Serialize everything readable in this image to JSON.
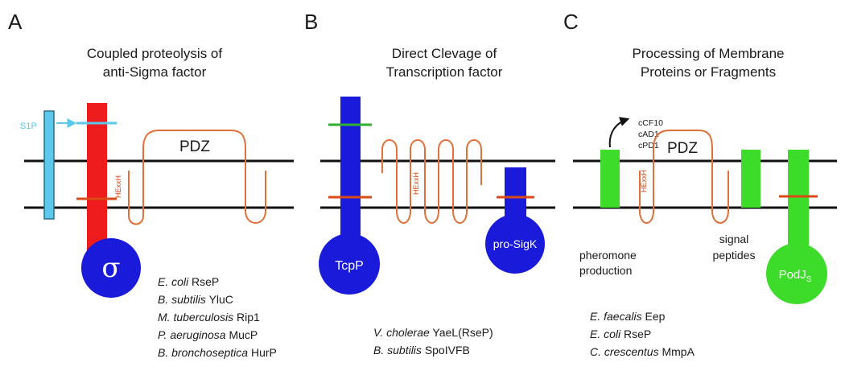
{
  "colors": {
    "sigma_protein": "#ee1c1c",
    "blue_protein": "#1a1adb",
    "green_protein": "#3ddc2a",
    "s1p": "#5bc8ec",
    "protease_loop": "#e0703a",
    "cut_mark": "#d94a16",
    "green_mark": "#2fae2f",
    "membrane": "#111111"
  },
  "panels": [
    {
      "letter": "A",
      "title_line1": "Coupled proteolysis of",
      "title_line2": "anti-Sigma factor",
      "s1p_label": "S1P",
      "pdz_label": "PDZ",
      "motif_label": "HExxH",
      "sigma_symbol": "σ",
      "species": [
        {
          "genus": "E. coli",
          "protein": "RseP"
        },
        {
          "genus": "B. subtilis",
          "protein": "YluC"
        },
        {
          "genus": "M. tuberculosis",
          "protein": "Rip1"
        },
        {
          "genus": "P. aeruginosa",
          "protein": "MucP"
        },
        {
          "genus": "B. bronchoseptica",
          "protein": "HurP"
        }
      ]
    },
    {
      "letter": "B",
      "title_line1": "Direct Clevage of",
      "title_line2": "Transcription factor",
      "motif_label": "HExxH",
      "tcpp_label": "TcpP",
      "prosigk_label": "pro-SigK",
      "species": [
        {
          "genus": "V. cholerae",
          "protein": "YaeL(RseP)"
        },
        {
          "genus": "B. subtilis",
          "protein": "SpoIVFB"
        }
      ]
    },
    {
      "letter": "C",
      "title_line1": "Processing of Membrane",
      "title_line2": "Proteins or Fragments",
      "pheromones": [
        "cCF10",
        "cAD1",
        "cPD1"
      ],
      "pdz_label": "PDZ",
      "motif_label": "HExxH",
      "pheromone_production_line1": "pheromone",
      "pheromone_production_line2": "production",
      "signal_peptides_line1": "signal",
      "signal_peptides_line2": "peptides",
      "podj_label": "PodJ",
      "podj_subscript": "S",
      "species": [
        {
          "genus": "E. faecalis",
          "protein": "Eep"
        },
        {
          "genus": "E. coli",
          "protein": "RseP"
        },
        {
          "genus": "C. crescentus",
          "protein": "MmpA"
        }
      ]
    }
  ]
}
